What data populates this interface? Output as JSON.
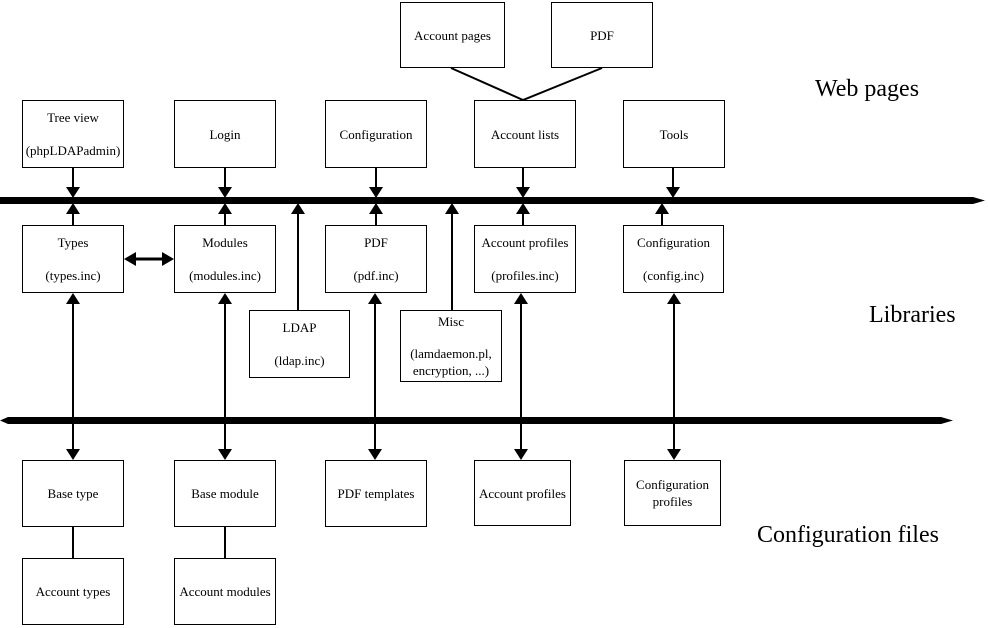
{
  "sections": {
    "web_pages": "Web pages",
    "libraries": "Libraries",
    "configuration_files": "Configuration files"
  },
  "nodes": {
    "account_pages": {
      "line1": "Account pages"
    },
    "pdf_page": {
      "line1": "PDF"
    },
    "tree_view": {
      "line1": "Tree view",
      "line2": "(phpLDAPadmin)"
    },
    "login": {
      "line1": "Login"
    },
    "configuration_page": {
      "line1": "Configuration"
    },
    "account_lists": {
      "line1": "Account lists"
    },
    "tools": {
      "line1": "Tools"
    },
    "types": {
      "line1": "Types",
      "line2": "(types.inc)"
    },
    "modules": {
      "line1": "Modules",
      "line2": "(modules.inc)"
    },
    "pdf_lib": {
      "line1": "PDF",
      "line2": "(pdf.inc)"
    },
    "account_profiles_lib": {
      "line1": "Account profiles",
      "line2": "(profiles.inc)"
    },
    "configuration_lib": {
      "line1": "Configuration",
      "line2": "(config.inc)"
    },
    "ldap": {
      "line1": "LDAP",
      "line2": "(ldap.inc)"
    },
    "misc": {
      "line1": "Misc",
      "line2": "(lamdaemon.pl,",
      "line3": "encryption, ...)"
    },
    "base_type": {
      "line1": "Base type"
    },
    "base_module": {
      "line1": "Base module"
    },
    "pdf_templates": {
      "line1": "PDF templates"
    },
    "account_profiles_cfg": {
      "line1": "Account profiles"
    },
    "configuration_profiles": {
      "line1": "Configuration",
      "line2": "profiles"
    },
    "account_types": {
      "line1": "Account types"
    },
    "account_modules": {
      "line1": "Account modules"
    }
  },
  "edges": [
    {
      "from": "Account pages",
      "to": "Account lists",
      "type": "line"
    },
    {
      "from": "PDF (web page)",
      "to": "Account lists",
      "type": "line"
    },
    {
      "from": "Tree view (phpLDAPadmin)",
      "to": "libraries bus",
      "type": "arrow"
    },
    {
      "from": "Login",
      "to": "libraries bus",
      "type": "arrow"
    },
    {
      "from": "Configuration (web page)",
      "to": "libraries bus",
      "type": "arrow"
    },
    {
      "from": "Account lists",
      "to": "libraries bus",
      "type": "arrow"
    },
    {
      "from": "Tools",
      "to": "libraries bus",
      "type": "arrow"
    },
    {
      "from": "libraries bus",
      "to": "Types (types.inc)",
      "type": "arrow"
    },
    {
      "from": "libraries bus",
      "to": "Modules (modules.inc)",
      "type": "arrow"
    },
    {
      "from": "libraries bus",
      "to": "PDF (pdf.inc)",
      "type": "arrow"
    },
    {
      "from": "libraries bus",
      "to": "Account profiles (profiles.inc)",
      "type": "arrow"
    },
    {
      "from": "libraries bus",
      "to": "Configuration (config.inc)",
      "type": "arrow"
    },
    {
      "from": "libraries bus",
      "to": "LDAP (ldap.inc)",
      "type": "arrow"
    },
    {
      "from": "libraries bus",
      "to": "Misc (lamdaemon.pl, encryption, ...)",
      "type": "arrow"
    },
    {
      "from": "Types (types.inc)",
      "to": "Modules (modules.inc)",
      "type": "double-arrow"
    },
    {
      "from": "Types (types.inc)",
      "to": "Base type",
      "type": "double-arrow"
    },
    {
      "from": "Modules (modules.inc)",
      "to": "Base module",
      "type": "double-arrow"
    },
    {
      "from": "PDF (pdf.inc)",
      "to": "PDF templates",
      "type": "double-arrow"
    },
    {
      "from": "Account profiles (profiles.inc)",
      "to": "Account profiles (files)",
      "type": "double-arrow"
    },
    {
      "from": "Configuration (config.inc)",
      "to": "Configuration profiles",
      "type": "double-arrow"
    },
    {
      "from": "Base type",
      "to": "Account types",
      "type": "line"
    },
    {
      "from": "Base module",
      "to": "Account modules",
      "type": "line"
    }
  ],
  "colors": {
    "ink": "#000000",
    "background": "#ffffff"
  }
}
